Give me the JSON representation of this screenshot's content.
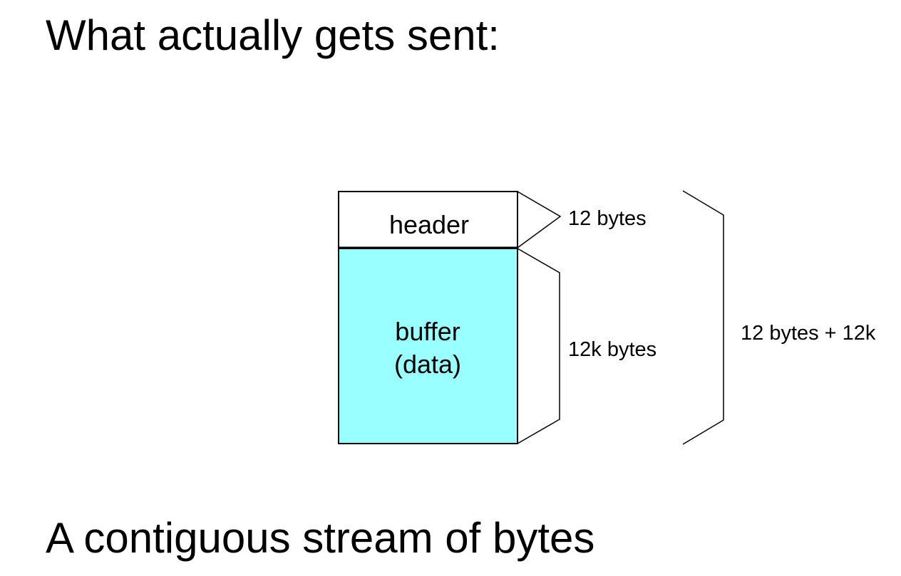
{
  "slide": {
    "title": "What actually gets sent:",
    "footer": "A contiguous stream of bytes"
  },
  "diagram": {
    "header_block": {
      "label": "header",
      "size_label": "12 bytes",
      "fill": "#ffffff"
    },
    "buffer_block": {
      "label_line1": "buffer",
      "label_line2": "(data)",
      "size_label": "12k bytes",
      "fill": "#99ffff"
    },
    "total_label": "12 bytes + 12k"
  }
}
